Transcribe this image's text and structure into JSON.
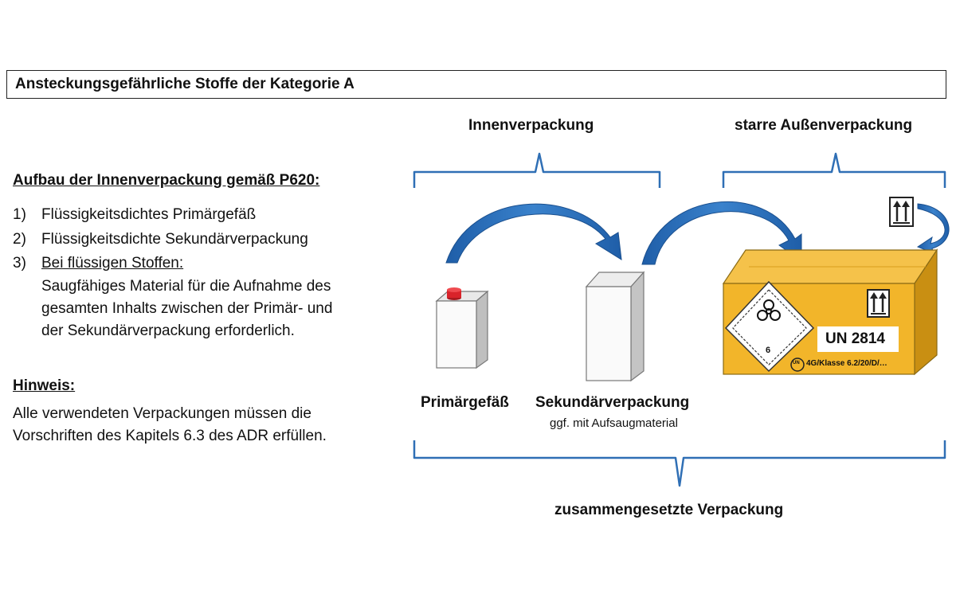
{
  "title": "Ansteckungsgefährliche Stoffe der Kategorie A",
  "left": {
    "heading": "Aufbau der Innenverpackung gemäß P620:",
    "items": [
      {
        "num": "1)",
        "text": "Flüssigkeitsdichtes Primärgefäß"
      },
      {
        "num": "2)",
        "text": "Flüssigkeitsdichte Sekundärverpackung"
      },
      {
        "num": "3)",
        "text": "Bei flüssigen Stoffen:"
      }
    ],
    "item3_detail": [
      "Saugfähiges Material  für die Aufnahme des",
      "gesamten Inhalts zwischen der Primär- und",
      "der Sekundärverpackung erforderlich."
    ],
    "note_heading": "Hinweis:",
    "note_lines": [
      "Alle verwendeten Verpackungen müssen die",
      "Vorschriften des Kapitels 6.3 des ADR erfüllen."
    ]
  },
  "diagram": {
    "inner_label": "Innenverpackung",
    "outer_label": "starre Außenverpackung",
    "primary_label": "Primärgefäß",
    "secondary_label": "Sekundärverpackung",
    "secondary_sub": "ggf. mit Aufsaugmaterial",
    "combined_label": "zusammengesetzte Verpackung",
    "un_number": "UN 2814",
    "un_mark": "4G/Klasse 6.2/20/D/…",
    "hazard_class": "6",
    "un_symbol": "UN",
    "colors": {
      "brace": "#2f6fb5",
      "arrow": "#2a6cb6",
      "box": "#f2b52a",
      "cap": "#d9232a"
    }
  }
}
